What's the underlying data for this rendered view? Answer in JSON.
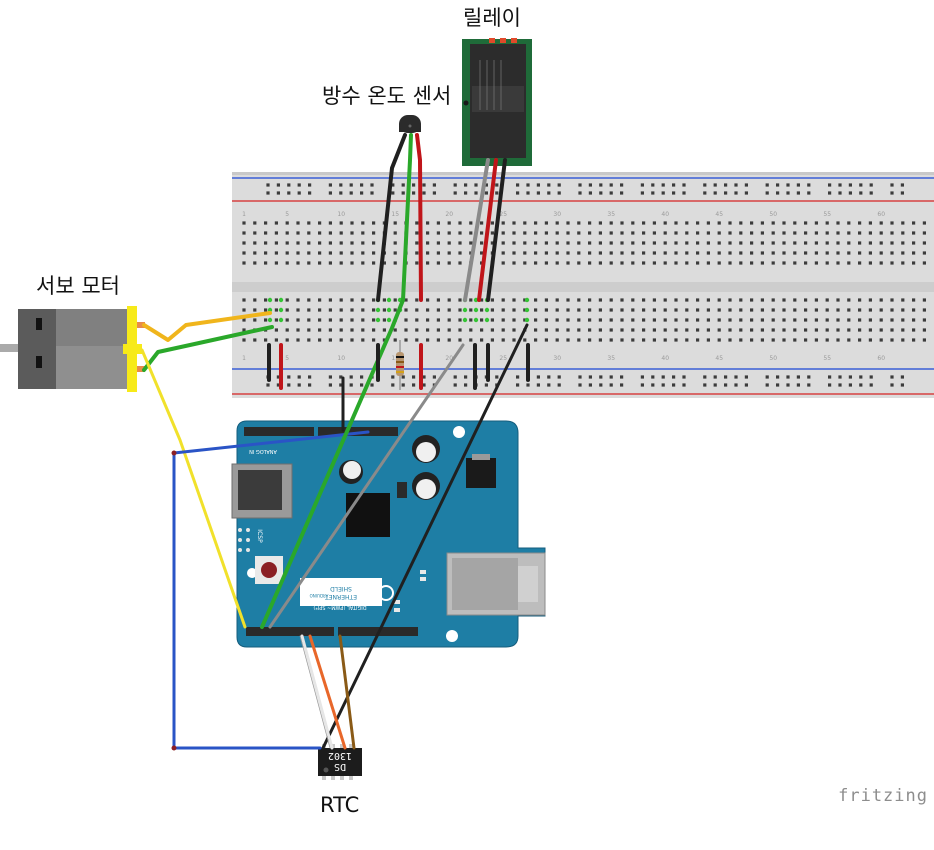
{
  "labels": {
    "relay": "릴레이",
    "temp_sensor": "방수 온도 센서",
    "servo": "서보 모터",
    "rtc": "RTC"
  },
  "chip": {
    "line1": "DS",
    "line2": "1302"
  },
  "shield": {
    "title_line1": "ETHERNET",
    "title_line2": "SHIELD",
    "brand": "ARDUINO",
    "digital_label": "DIGITAL (PWM~ SPI*)",
    "analog_label": "ANALOG IN",
    "icsp_label": "ICSP"
  },
  "watermark": "fritzing",
  "colors": {
    "board": "#1e7ea5",
    "breadboard": "#d9d9d9",
    "wire_black": "#202020",
    "wire_red": "#c0151a",
    "wire_green": "#2aa82a",
    "wire_yellow": "#f1e12b",
    "wire_orange_servo": "#f0b51c",
    "wire_blue": "#2a54c6",
    "wire_gray": "#8a8a8a",
    "wire_orange": "#e8672a",
    "wire_brown": "#8a5a16",
    "relay_green": "#1f6b39"
  }
}
